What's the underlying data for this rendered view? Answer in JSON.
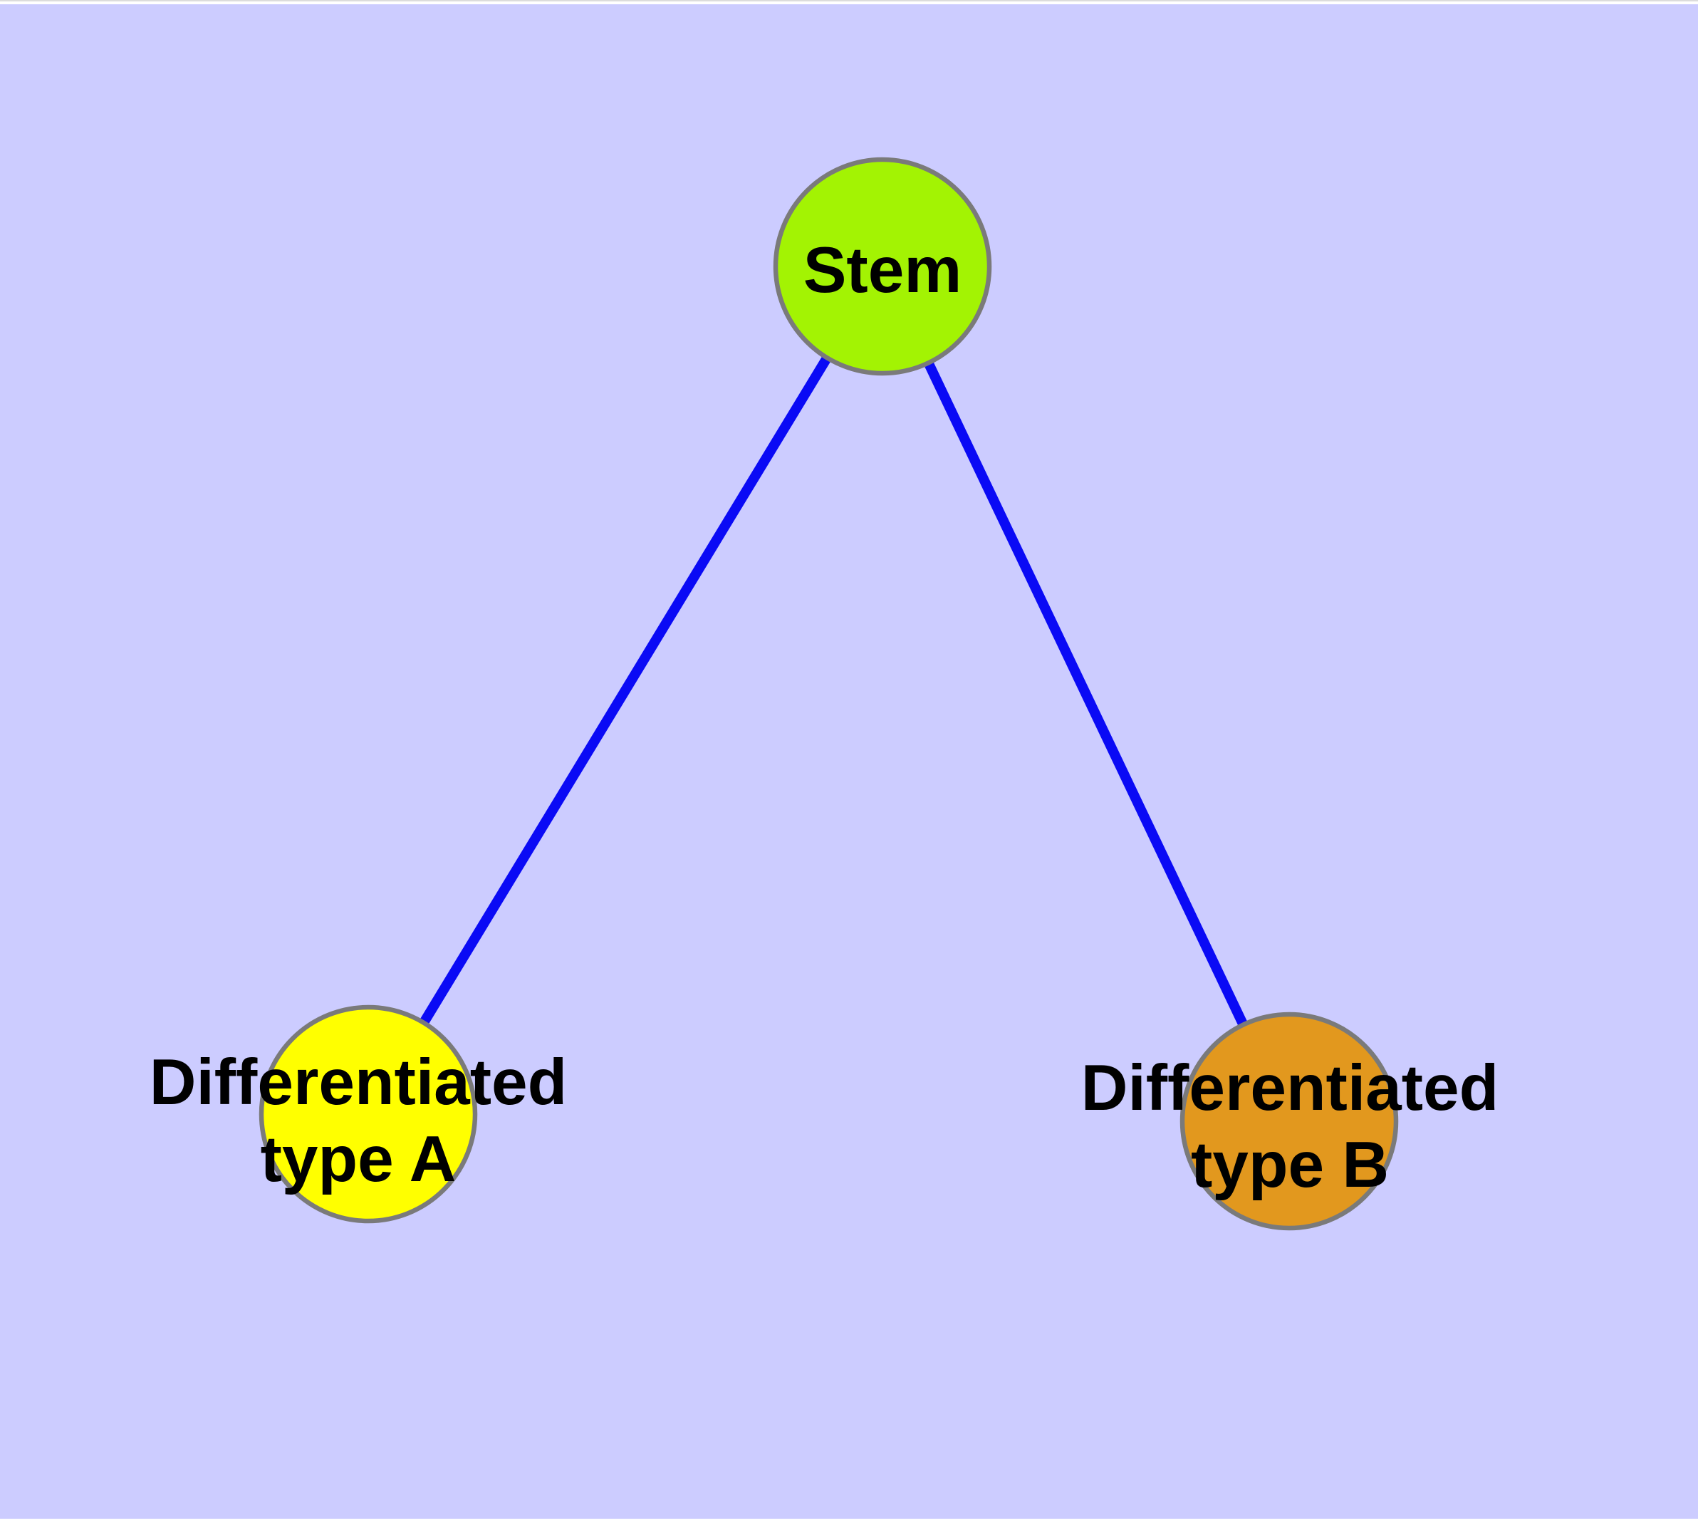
{
  "diagram": {
    "background_color": "#CCCCFF",
    "frame_line_color": "#DCDCDC",
    "edge_color": "#0A0AF5",
    "node_border_color": "#7A7A7A",
    "label_color": "#000000",
    "nodes": [
      {
        "id": "stem",
        "lines": [
          "Stem"
        ],
        "fill": "#A3F303"
      },
      {
        "id": "differentiated-type-a",
        "lines": [
          "Differentiated",
          "type A"
        ],
        "fill": "#FFFF00"
      },
      {
        "id": "differentiated-type-b",
        "lines": [
          "Differentiated",
          "type B"
        ],
        "fill": "#E2981E"
      }
    ],
    "edges": [
      {
        "from": "Stem",
        "to": "Differentiated type A"
      },
      {
        "from": "Stem",
        "to": "Differentiated type B"
      }
    ]
  }
}
